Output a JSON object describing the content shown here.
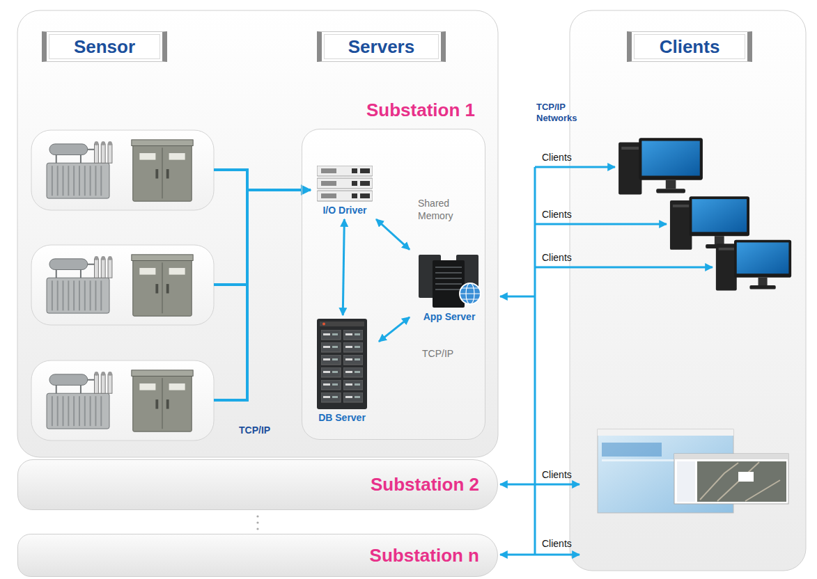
{
  "diagram": {
    "nodes": [
      {
        "text": [
          "Sensor"
        ]
      },
      {
        "text": [
          "Servers"
        ]
      },
      {
        "text": [
          "Clients"
        ]
      },
      {
        "text": [
          "Substation 1"
        ]
      },
      {
        "text": [
          "I/O Driver"
        ],
        "in": 3
      },
      {
        "text": [
          "App Server"
        ],
        "in": 3
      },
      {
        "text": [
          "DB Server"
        ],
        "in": 3
      },
      {
        "text": [
          "Substation 2"
        ]
      },
      {
        "text": [
          "Substation n"
        ]
      }
    ],
    "edges": [
      {
        "from": 4,
        "to": 5,
        "arrow": "both",
        "label": "Shared Memory"
      },
      {
        "from": 4,
        "to": 6,
        "arrow": "both"
      },
      {
        "from": 6,
        "to": 5,
        "arrow": "both",
        "label": "TCP/IP"
      }
    ],
    "labels": [
      "TCP/IP Networks",
      "Clients",
      "Clients",
      "Clients",
      "TCP/IP",
      "Clients",
      "Clients"
    ]
  }
}
